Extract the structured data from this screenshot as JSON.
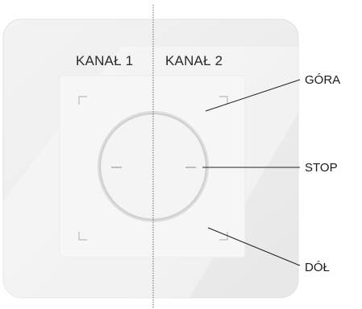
{
  "channels": {
    "left_label": "KANAŁ 1",
    "right_label": "KANAŁ 2"
  },
  "callouts": {
    "up": "GÓRA",
    "stop": "STOP",
    "down": "DÓŁ"
  },
  "colors": {
    "frame": "#eeeeee",
    "frame_highlight": "#f8f8f8",
    "panel": "#f6f6f6",
    "ring": "#c2c2c2",
    "divider": "#666666",
    "leader": "#222222"
  }
}
